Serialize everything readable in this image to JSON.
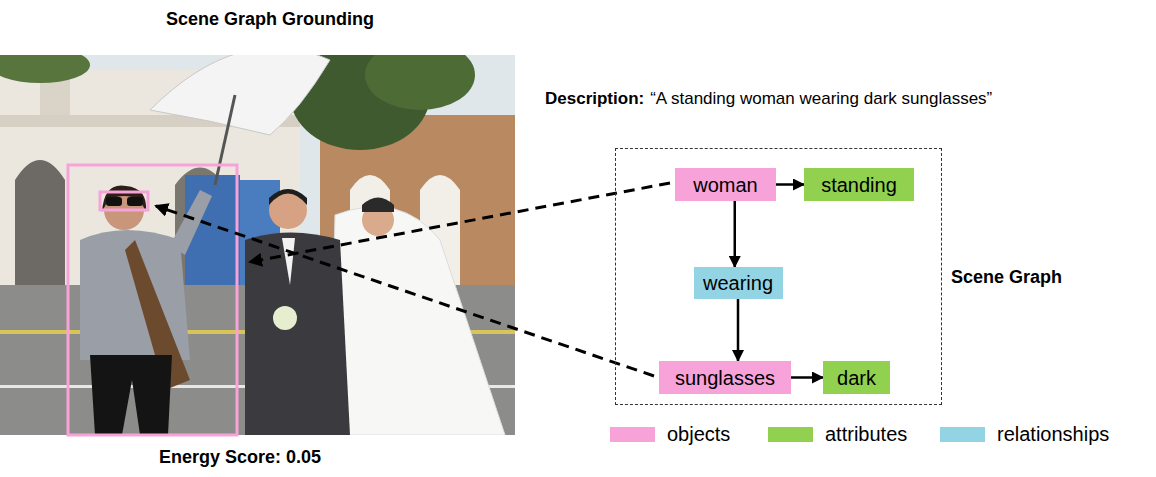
{
  "diagram": {
    "title": "Scene Graph Grounding",
    "nodes": [
      {
        "text": [
          "Scene Graph"
        ]
      },
      {
        "text": [
          "woman"
        ],
        "in": 0
      },
      {
        "text": [
          "standing"
        ],
        "in": 0
      },
      {
        "text": [
          "wearing"
        ],
        "in": 0
      },
      {
        "text": [
          "sunglasses"
        ],
        "in": 0
      },
      {
        "text": [
          "dark"
        ],
        "in": 0
      }
    ],
    "edges": [
      {
        "from": 1,
        "to": 2,
        "arrow": "to"
      },
      {
        "from": 1,
        "to": 3,
        "arrow": "to"
      },
      {
        "from": 3,
        "to": 4,
        "arrow": "to"
      },
      {
        "from": 4,
        "to": 5,
        "arrow": "to"
      }
    ],
    "labels": [
      "Description:",
      "“A standing woman wearing dark sunglasses”",
      "Energy Score: 0.05"
    ],
    "legend": [
      {
        "text": "objects",
        "color": "#f7a3d9"
      },
      {
        "text": "attributes",
        "color": "#92d050"
      },
      {
        "text": "relationships",
        "color": "#93d4e4"
      }
    ]
  }
}
